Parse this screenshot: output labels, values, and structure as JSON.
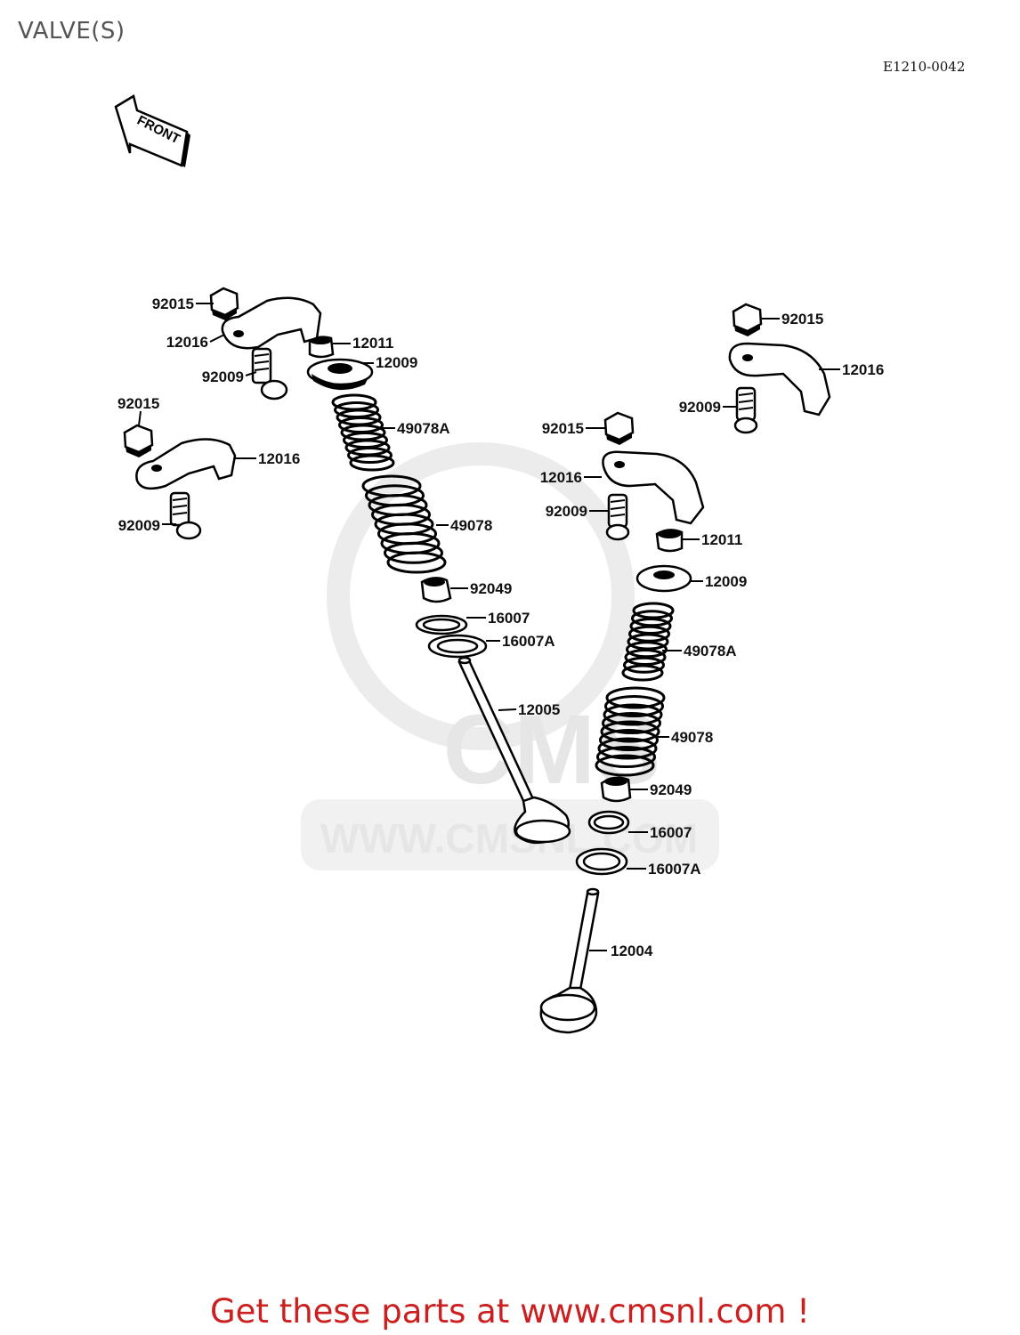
{
  "page": {
    "title": "VALVE(S)",
    "diagram_code": "E1210-0042",
    "front_label": "FRONT",
    "watermark_url": "WWW.CMSNL.COM",
    "watermark_brand": "CMS",
    "footer": "Get these parts at www.cmsnl.com !"
  },
  "callouts": {
    "left_nut_top": "92015",
    "left_arm_top": "12016",
    "left_adjuster_top": "92009",
    "left_nut_lower": "92015",
    "left_arm_lower": "12016",
    "left_adjuster_lower": "92009",
    "ex_collet": "12011",
    "ex_retainer": "12009",
    "ex_inner_spring": "49078A",
    "ex_outer_spring": "49078",
    "ex_seal": "92049",
    "ex_seat": "16007",
    "ex_seat_a": "16007A",
    "ex_valve": "12005",
    "right_nut_top": "92015",
    "right_arm_top": "12016",
    "right_adjuster_top": "92009",
    "right_nut_mid": "92015",
    "right_arm_mid": "12016",
    "right_adjuster_mid": "92009",
    "in_collet": "12011",
    "in_retainer": "12009",
    "in_inner_spring": "49078A",
    "in_outer_spring": "49078",
    "in_seal": "92049",
    "in_seat": "16007",
    "in_seat_a": "16007A",
    "in_valve": "12004"
  },
  "colors": {
    "footer": "#cc1f1f",
    "title": "#555555",
    "watermark": "#e6e6e6"
  }
}
